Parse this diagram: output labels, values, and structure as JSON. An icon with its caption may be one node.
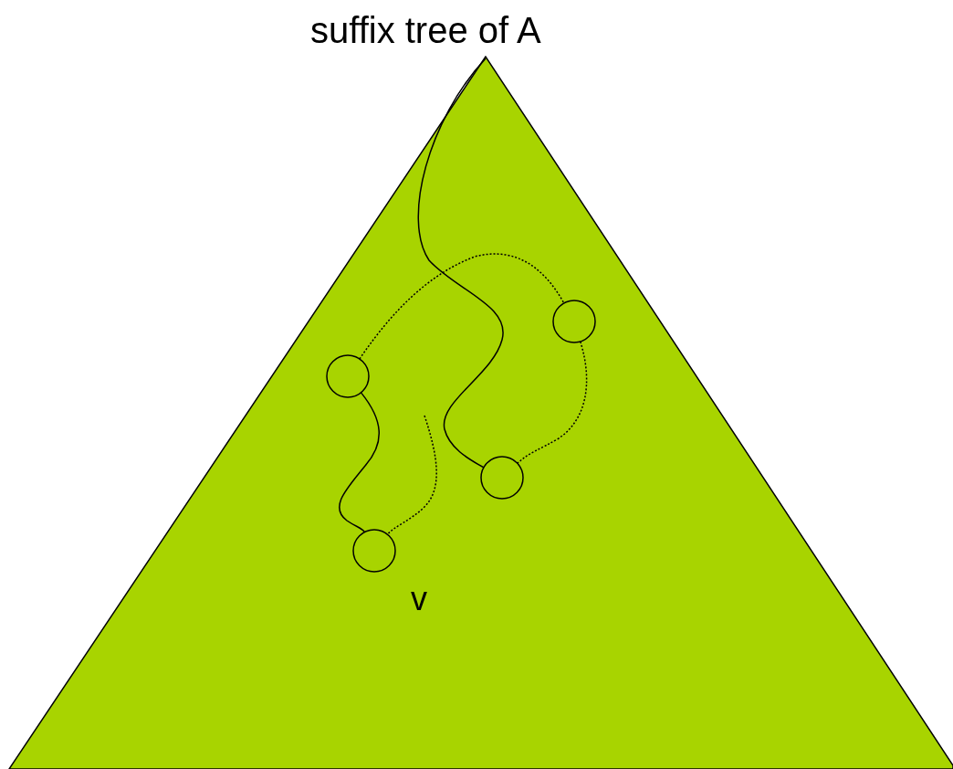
{
  "diagram": {
    "nodes": [
      {
        "text": [
          "suffix tree of A"
        ]
      },
      {
        "text": [],
        "shape": "circle",
        "in": 0
      },
      {
        "text": [],
        "shape": "circle",
        "in": 0
      },
      {
        "text": [],
        "shape": "circle",
        "in": 0
      },
      {
        "text": [],
        "shape": "circle",
        "in": 0,
        "beside": [
          "v"
        ]
      }
    ],
    "edges": [
      {
        "from": null,
        "to": 3,
        "arrow": "none"
      },
      {
        "from": 2,
        "to": 1,
        "arrow": "none",
        "style": "dashed"
      },
      {
        "from": 1,
        "to": 3,
        "arrow": "none",
        "style": "dashed"
      },
      {
        "from": 2,
        "to": 4,
        "arrow": "none"
      },
      {
        "from": null,
        "to": 4,
        "arrow": "none",
        "style": "dashed"
      }
    ]
  }
}
